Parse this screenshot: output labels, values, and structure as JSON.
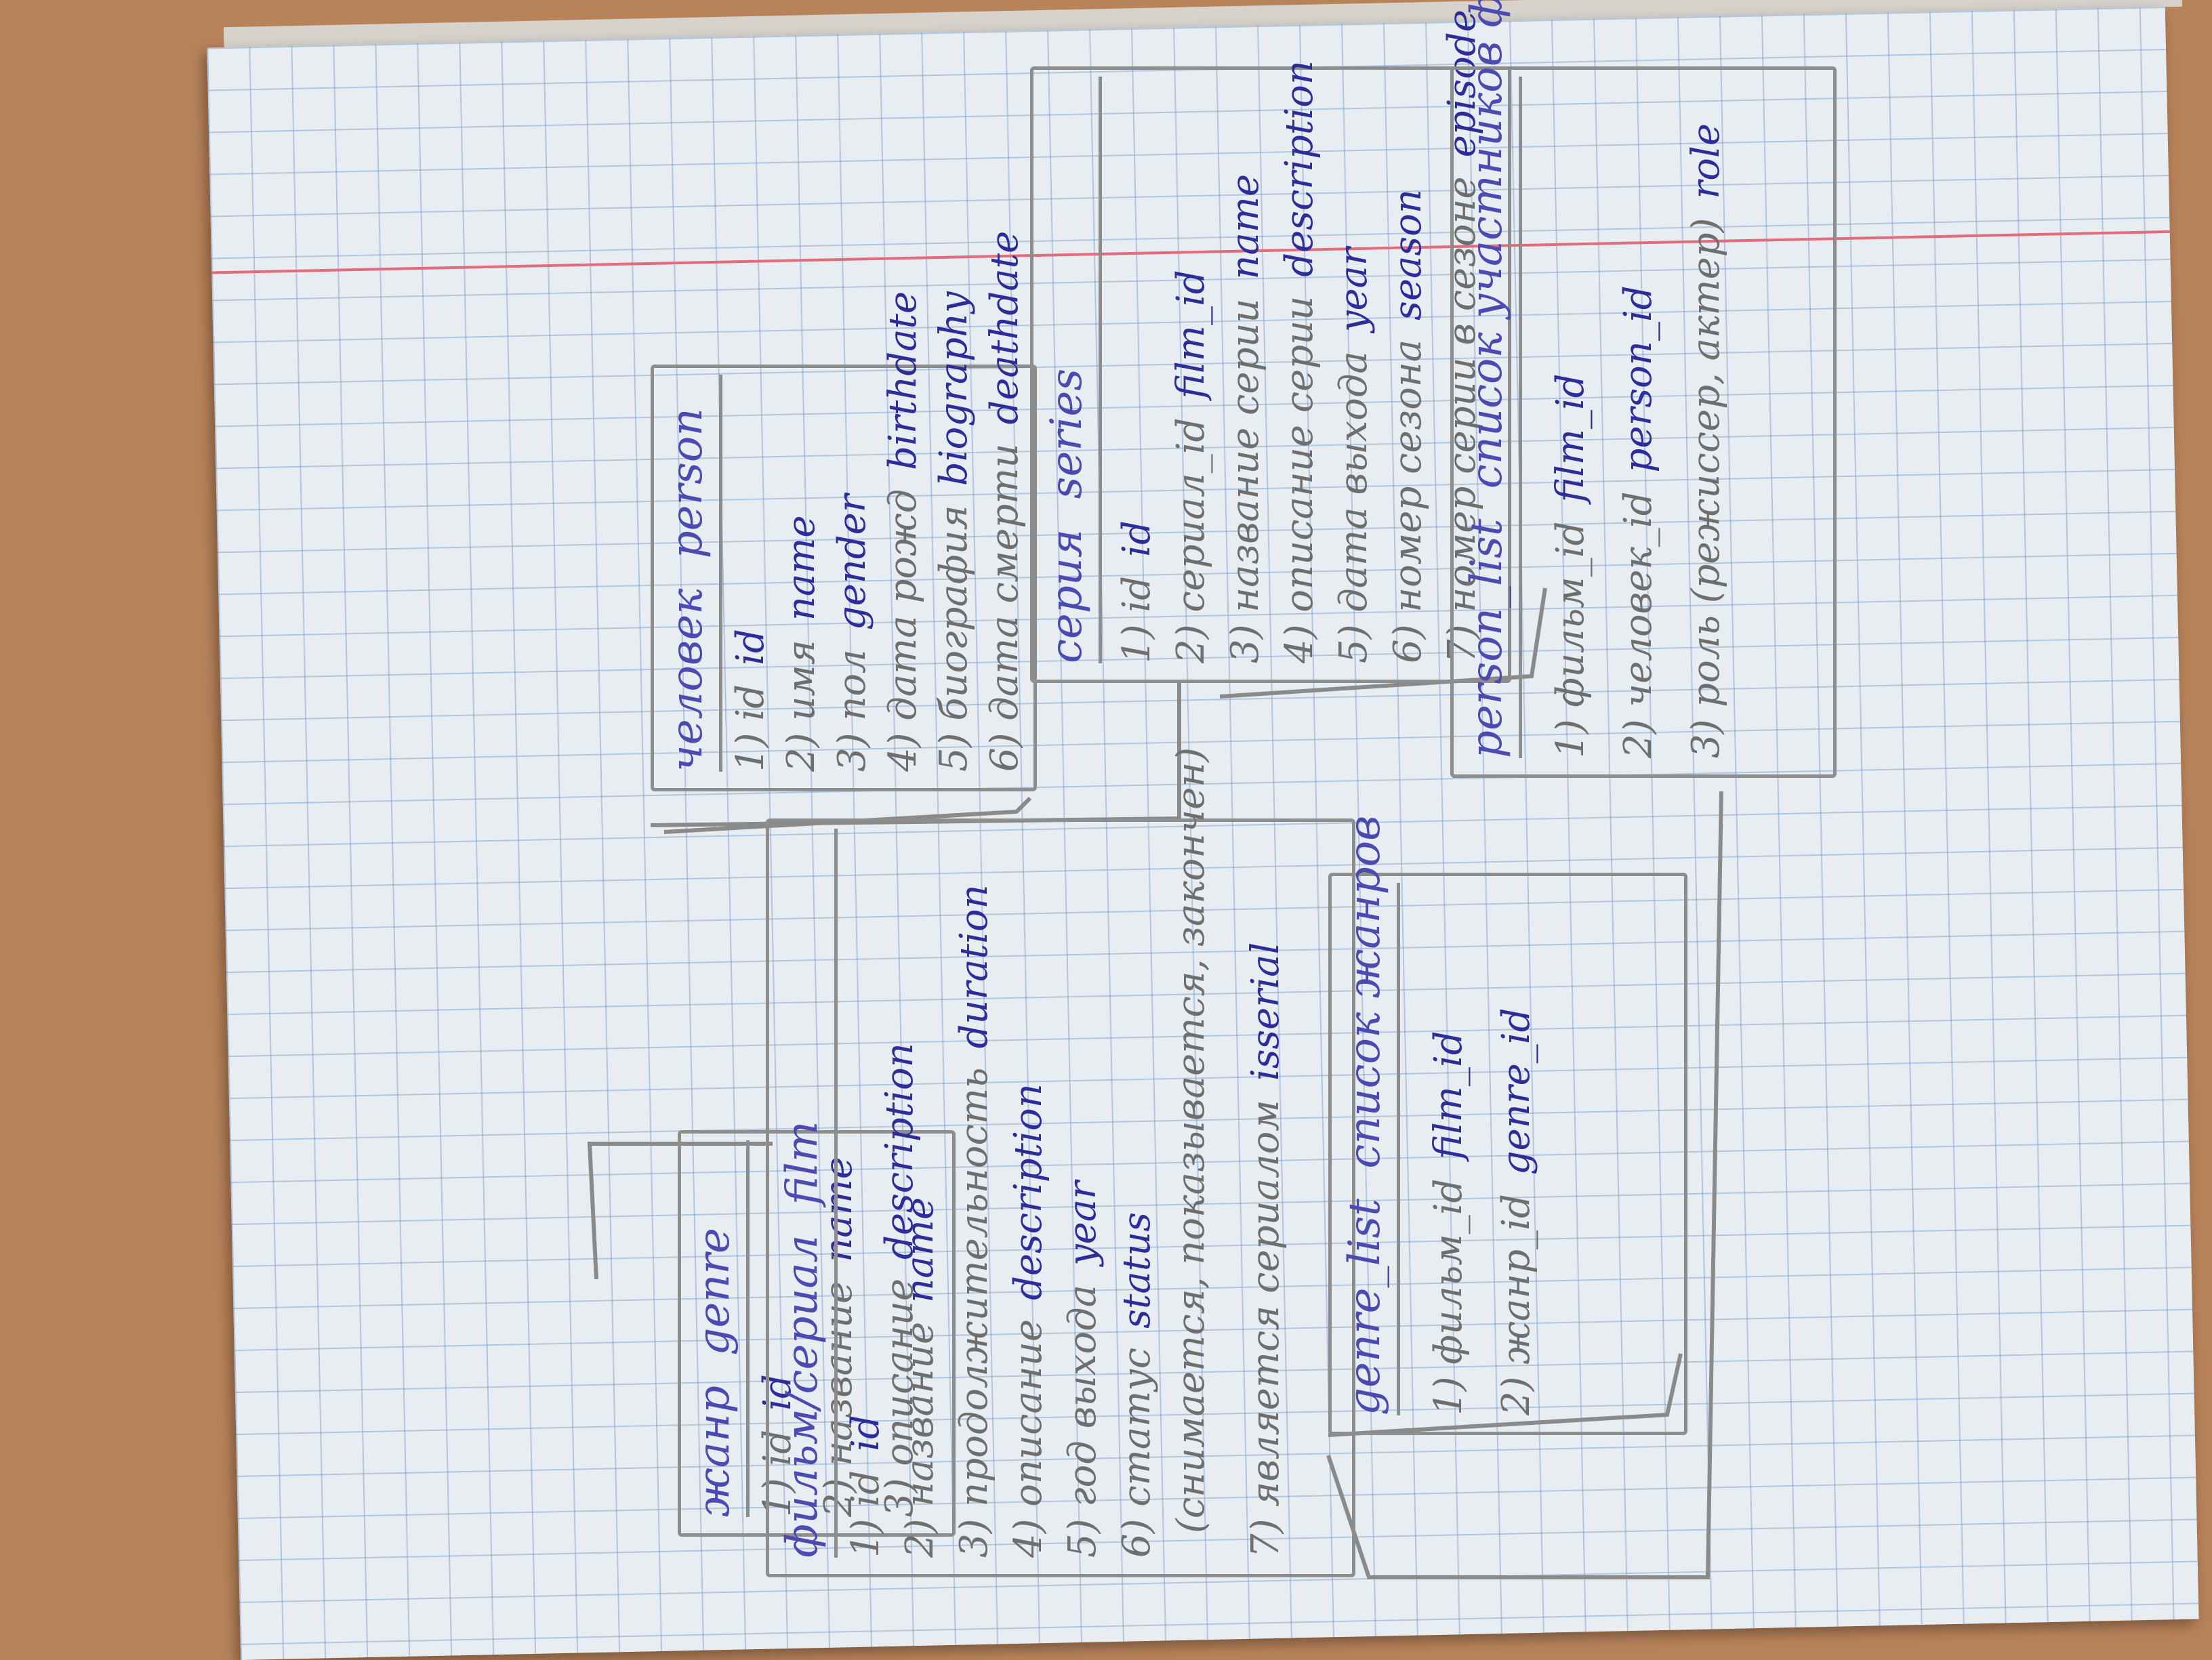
{
  "tables": {
    "genre": {
      "title_ru": "жанр",
      "title_en": "genre",
      "fields": [
        {
          "ru": "1) id",
          "en": "id"
        },
        {
          "ru": "2) название",
          "en": "name"
        },
        {
          "ru": "3) описание",
          "en": "description"
        }
      ]
    },
    "film": {
      "title_ru": "фильм/сериал",
      "title_en": "film",
      "fields": [
        {
          "ru": "1) id",
          "en": "id"
        },
        {
          "ru": "2) название",
          "en": "name"
        },
        {
          "ru": "3) продолжительность",
          "en": "duration"
        },
        {
          "ru": "4) описание",
          "en": "description"
        },
        {
          "ru": "5) год выхода",
          "en": "year"
        },
        {
          "ru": "6) статус",
          "en": "status"
        },
        {
          "ru": "(снимается, показывается, закончен)",
          "en": ""
        },
        {
          "ru": "7) является сериалом",
          "en": "isserial"
        }
      ]
    },
    "person": {
      "title_ru": "человек",
      "title_en": "person",
      "fields": [
        {
          "ru": "1) id",
          "en": "id"
        },
        {
          "ru": "2) имя",
          "en": "name"
        },
        {
          "ru": "3) пол",
          "en": "gender"
        },
        {
          "ru": "4) дата рожд",
          "en": "birthdate"
        },
        {
          "ru": "5) биография",
          "en": "biography"
        },
        {
          "ru": "6) дата смерти",
          "en": "deathdate"
        }
      ]
    },
    "series": {
      "title_ru": "серия",
      "title_en": "series",
      "fields": [
        {
          "ru": "1) id",
          "en": "id"
        },
        {
          "ru": "2) сериал_id",
          "en": "film_id"
        },
        {
          "ru": "3) название серии",
          "en": "name"
        },
        {
          "ru": "4) описание серии",
          "en": "description"
        },
        {
          "ru": "5) дата выхода",
          "en": "year"
        },
        {
          "ru": "6) номер сезона",
          "en": "season"
        },
        {
          "ru": "7) номер серии в сезоне",
          "en": "episode"
        }
      ]
    },
    "genre_list": {
      "title_ru": "список жанров",
      "title_en": "genre_list",
      "fields": [
        {
          "ru": "1) фильм_id",
          "en": "film_id"
        },
        {
          "ru": "2) жанр_id",
          "en": "genre_id"
        }
      ]
    },
    "person_list": {
      "title_ru": "список участников фильма",
      "title_en": "person_list",
      "fields": [
        {
          "ru": "1) фильм_id",
          "en": "film_id"
        },
        {
          "ru": "2) человек_id",
          "en": "person_id"
        },
        {
          "ru": "3) роль (режиссер, актер)",
          "en": "role"
        }
      ]
    }
  }
}
